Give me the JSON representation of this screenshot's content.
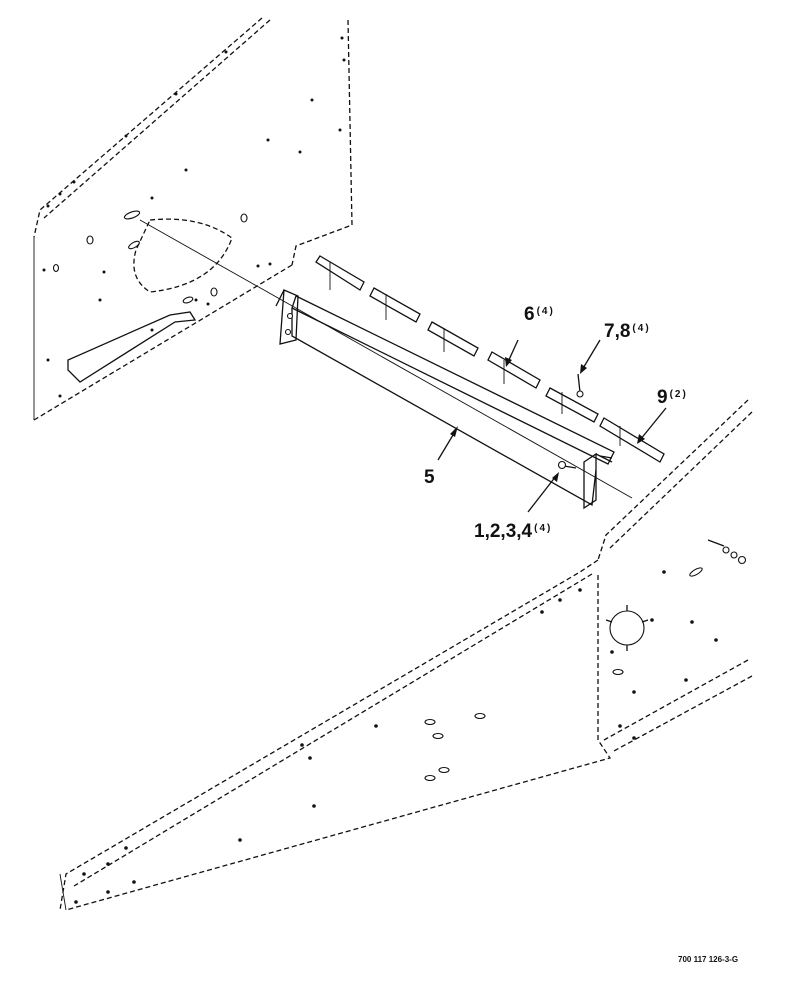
{
  "callouts": {
    "item_5": {
      "label": "5"
    },
    "item_6": {
      "label": "6",
      "qty": "(4)"
    },
    "item_78": {
      "label": "7,8",
      "qty": "(4)"
    },
    "item_9": {
      "label": "9",
      "qty": "(2)"
    },
    "item_1234": {
      "label": "1,2,3,4",
      "qty": "(4)"
    }
  },
  "document_number": "700 117 126-3-G"
}
